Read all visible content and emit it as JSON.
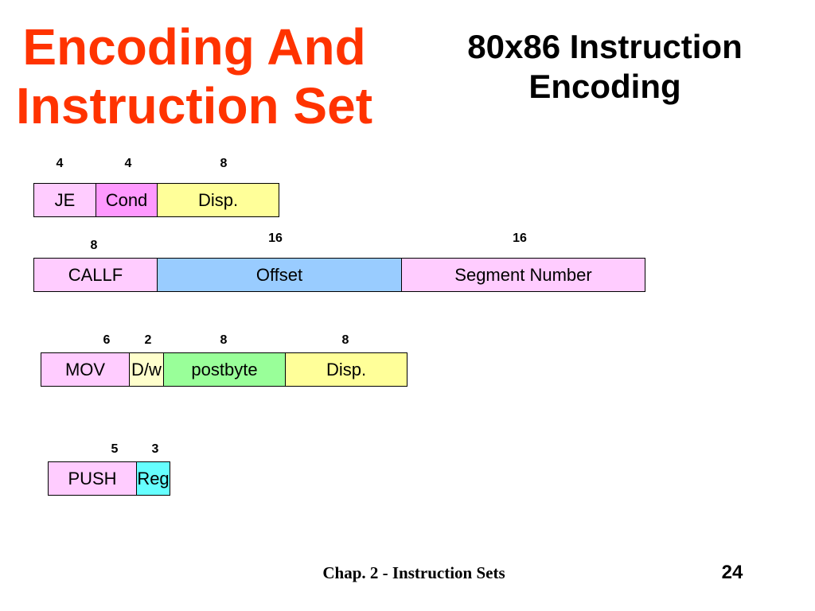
{
  "slide": {
    "title_line1": "Encoding And",
    "title_line2": "Instruction Set",
    "subtitle_line1": "80x86 Instruction",
    "subtitle_line2": "Encoding",
    "footer": "Chap. 2 - Instruction Sets",
    "page_number": "24"
  },
  "colors": {
    "title": "#ff3300",
    "pink": "#ffccff",
    "magenta": "#ff99ff",
    "yellow": "#ffff99",
    "blue": "#99ccff",
    "cream": "#ffffcc",
    "green": "#99ff99",
    "cyan": "#66ffff"
  },
  "instructions": {
    "je": {
      "bits": [
        "4",
        "4",
        "8"
      ],
      "fields": [
        "JE",
        "Cond",
        "Disp."
      ]
    },
    "callf": {
      "bits": [
        "8",
        "16",
        "16"
      ],
      "fields": [
        "CALLF",
        "Offset",
        "Segment Number"
      ]
    },
    "mov": {
      "bits": [
        "6",
        "2",
        "8",
        "8"
      ],
      "fields": [
        "MOV",
        "D/w",
        "postbyte",
        "Disp."
      ]
    },
    "push": {
      "bits": [
        "5",
        "3"
      ],
      "fields": [
        "PUSH",
        "Reg"
      ]
    }
  }
}
